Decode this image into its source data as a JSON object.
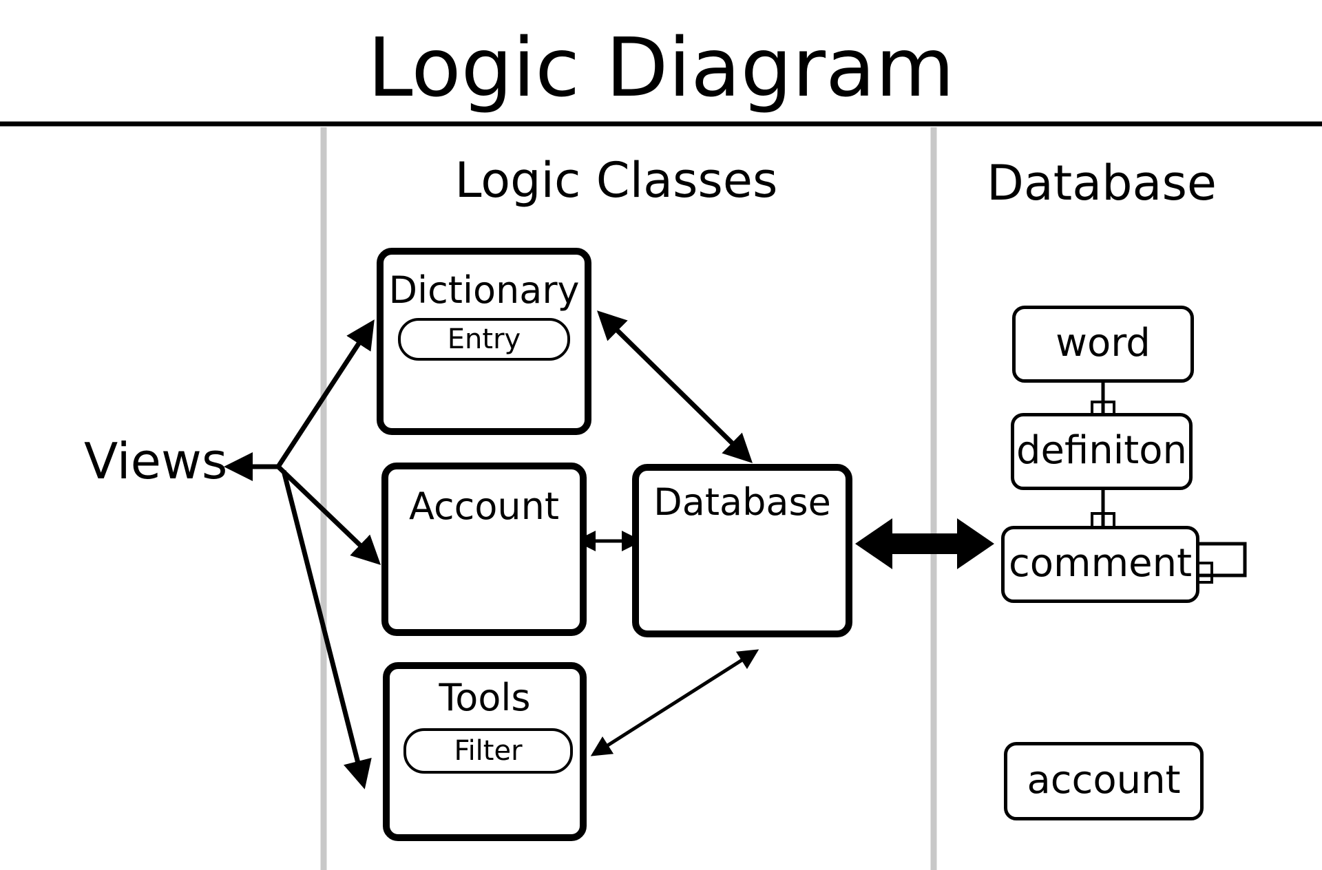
{
  "title": "Logic Diagram",
  "columns": {
    "logic_classes": "Logic Classes",
    "database": "Database"
  },
  "views_label": "Views",
  "classes": {
    "dictionary": {
      "label": "Dictionary",
      "sub": "Entry"
    },
    "account": {
      "label": "Account"
    },
    "database": {
      "label": "Database"
    },
    "tools": {
      "label": "Tools",
      "sub": "Filter"
    }
  },
  "tables": {
    "word": "word",
    "definition": "definiton",
    "comment": "comment",
    "account": "account"
  }
}
